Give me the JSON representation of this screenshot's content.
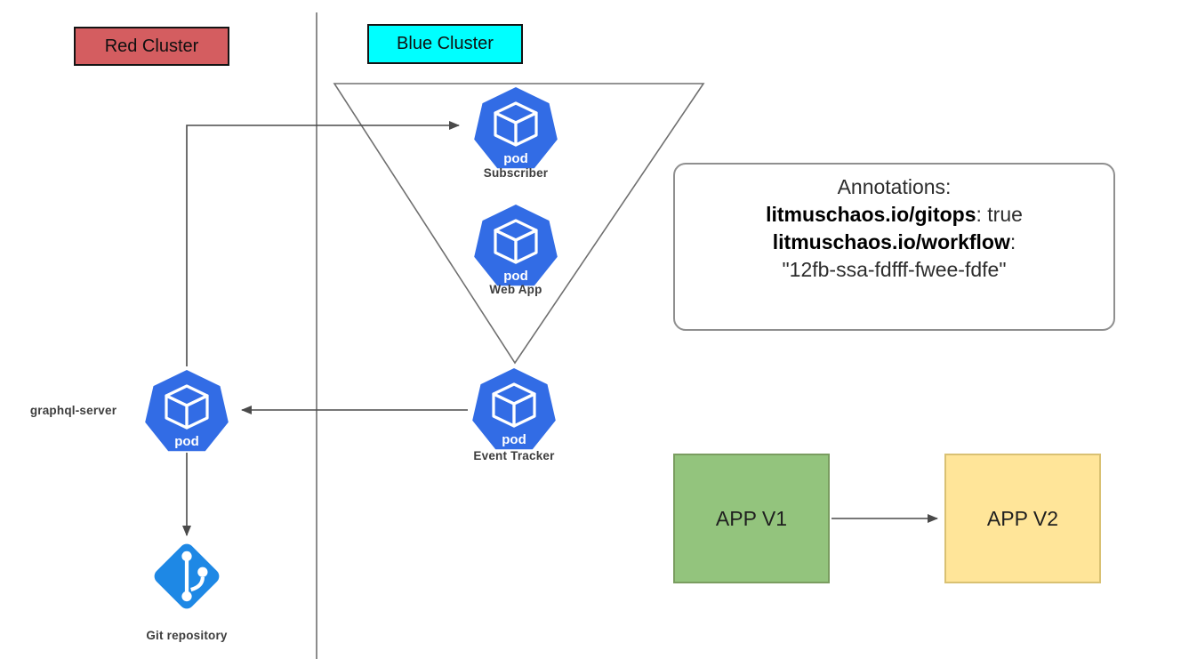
{
  "colors": {
    "red_cluster": "#d45d60",
    "blue_cluster": "#00ffff",
    "pod_blue": "#326ce5",
    "git_blue": "#1e88e5",
    "app_v1_fill": "#93c47d",
    "app_v2_fill": "#ffe599",
    "arrow": "#4a4a4a"
  },
  "clusters": {
    "red": {
      "label": "Red Cluster"
    },
    "blue": {
      "label": "Blue Cluster"
    }
  },
  "pods": {
    "subscriber": {
      "label": "Subscriber"
    },
    "web_app": {
      "label": "Web App"
    },
    "event_tracker": {
      "label": "Event Tracker"
    },
    "graphql_server": {
      "label": "graphql-server"
    }
  },
  "pod_text": "pod",
  "git": {
    "label": "Git repository"
  },
  "annotations": {
    "title": "Annotations:",
    "gitops_key": "litmuschaos.io/gitops",
    "gitops_value": ": true",
    "workflow_key": "litmuschaos.io/workflow",
    "workflow_colon": ":",
    "workflow_value": "\"12fb-ssa-fdfff-fwee-fdfe\""
  },
  "apps": {
    "v1": {
      "label": "APP V1"
    },
    "v2": {
      "label": "APP V2"
    }
  }
}
